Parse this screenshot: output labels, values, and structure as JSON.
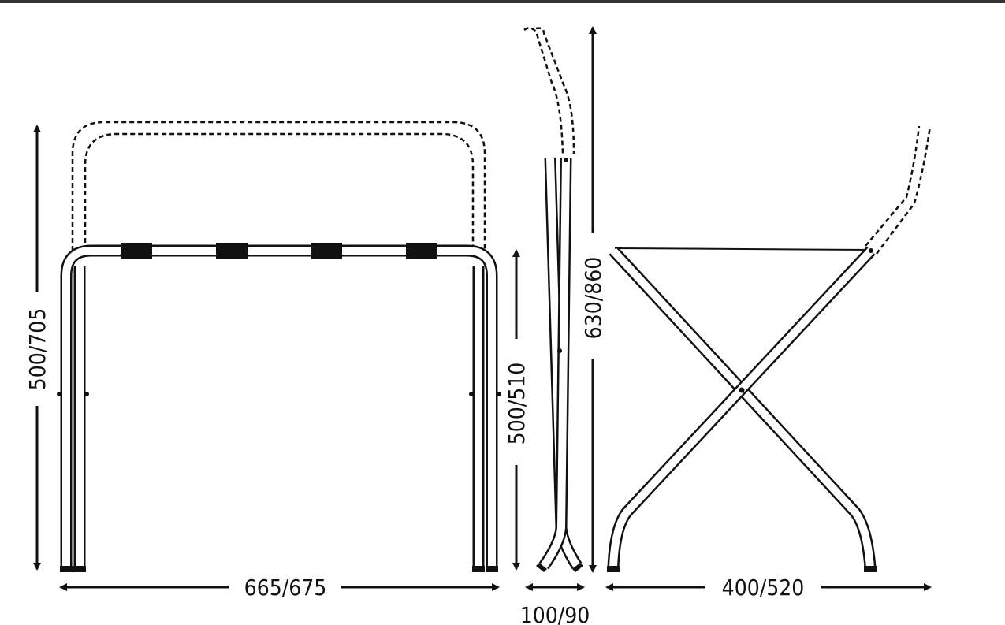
{
  "title": "Luggage rack dimension drawing",
  "dimensions": {
    "front_height": "500/705",
    "front_width": "665/675",
    "front_seat_height": "500/510",
    "folded_depth": "100/90",
    "side_height": "630/860",
    "side_width": "400/520"
  },
  "colors": {
    "line": "#111111",
    "background": "#ffffff"
  }
}
